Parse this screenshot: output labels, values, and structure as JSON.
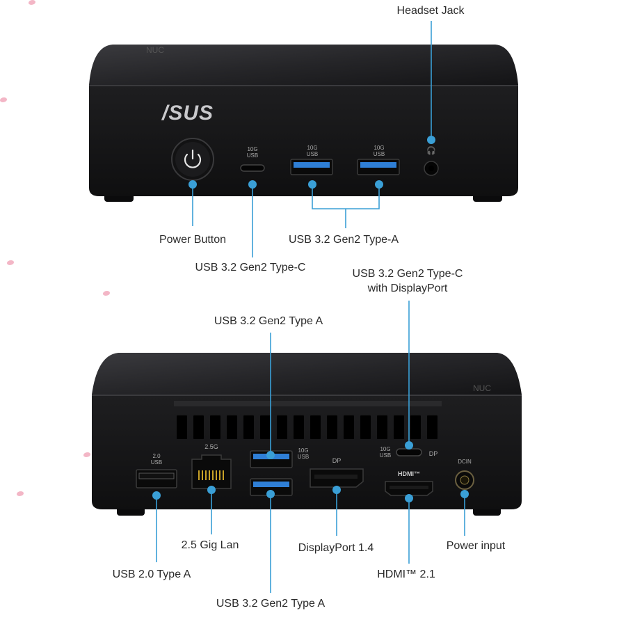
{
  "front": {
    "brand": "/SUS",
    "port_marks": {
      "typec_top": "10G",
      "typec_bottom": "USB",
      "usba1_top": "10G",
      "usba1_bottom": "USB",
      "usba2_top": "10G",
      "usba2_bottom": "USB"
    },
    "labels": {
      "headset": "Headset Jack",
      "power_button": "Power Button",
      "usb_typea": "USB 3.2 Gen2 Type-A",
      "usb_typec": "USB 3.2 Gen2 Type-C"
    }
  },
  "rear": {
    "port_marks": {
      "usb2_top": "2.0",
      "usb2_bottom": "USB",
      "lan": "2.5G",
      "usba_top": "10G",
      "usba_bottom": "USB",
      "dp": "DP",
      "typec_top": "10G",
      "typec_bottom": "USB",
      "typec_dp": "DP",
      "hdmi": "HDMI™",
      "dcin": "DCIN"
    },
    "labels": {
      "typec_dp_line1": "USB 3.2 Gen2 Type-C",
      "typec_dp_line2": "with DisplayPort",
      "usba_top": "USB 3.2 Gen2 Type A",
      "lan": "2.5 Gig Lan",
      "displayport": "DisplayPort 1.4",
      "power_input": "Power input",
      "usb2": "USB 2.0 Type A",
      "hdmi": "HDMI™ 2.1",
      "usba_bottom": "USB 3.2 Gen2 Type A"
    }
  },
  "colors": {
    "accent": "#3a9fd6",
    "device": "#1b1b1d",
    "device_top": "#2d2d30"
  }
}
